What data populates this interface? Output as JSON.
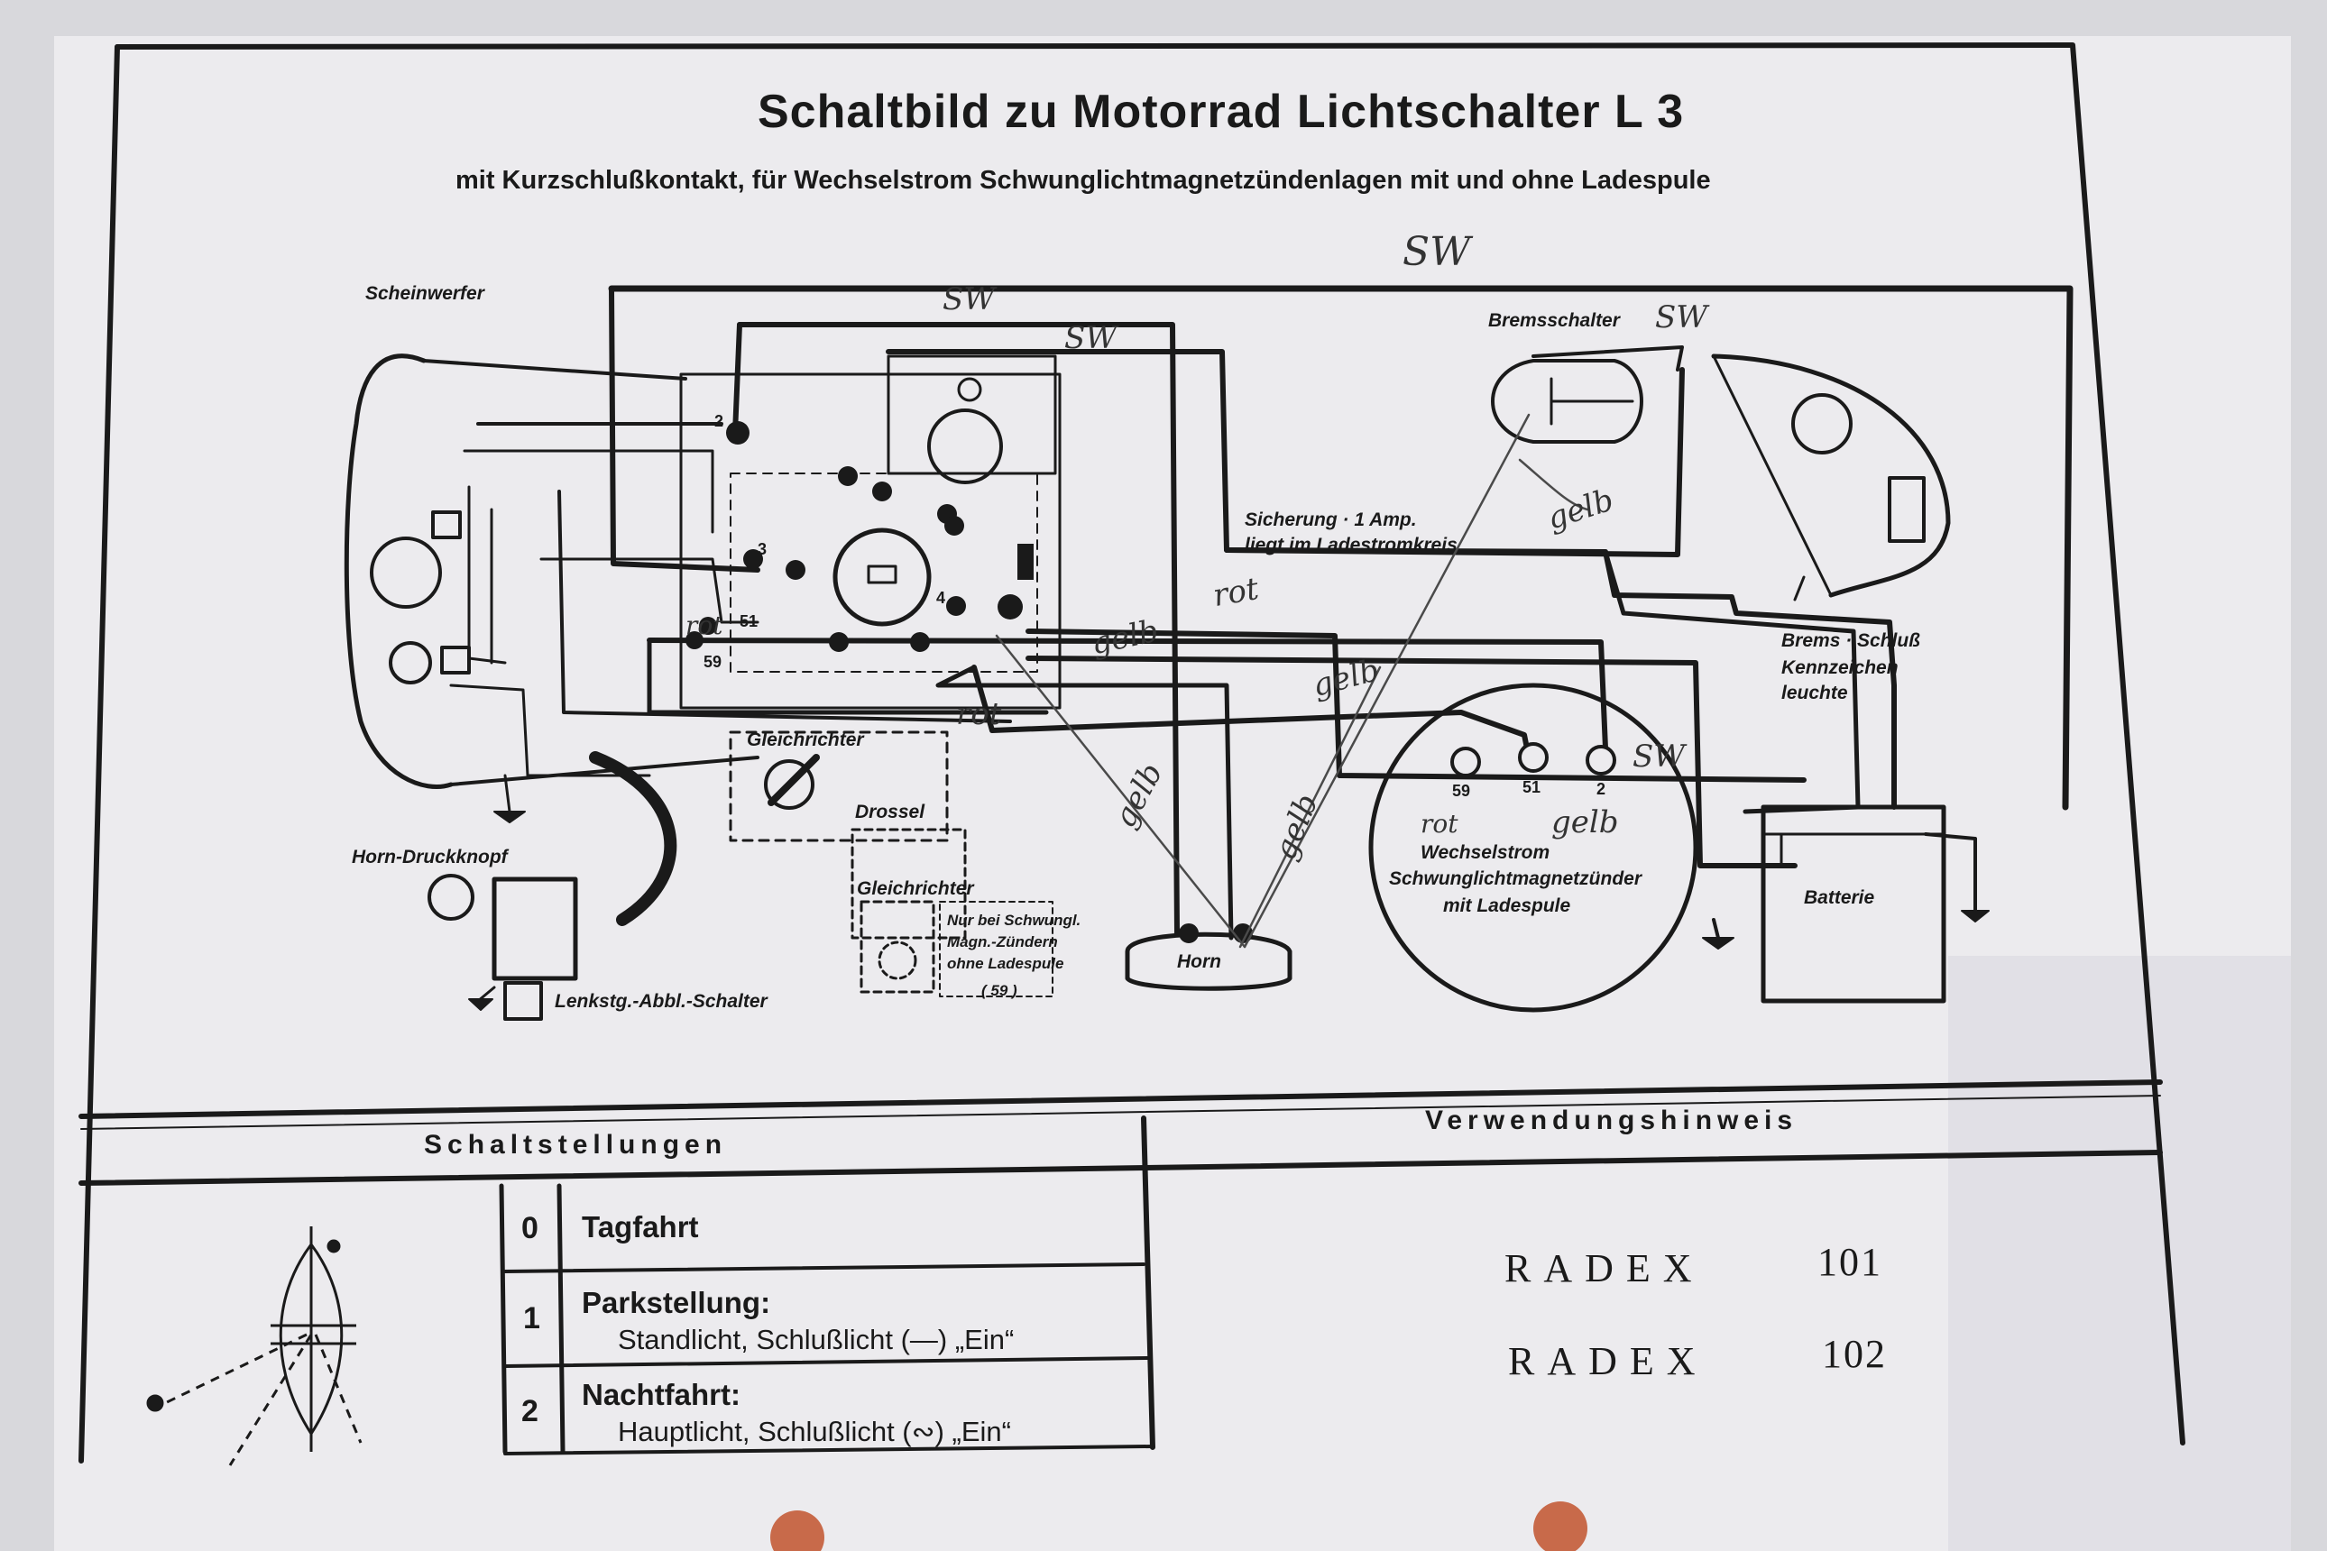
{
  "title": "Schaltbild zu Motorrad Lichtschalter L 3",
  "subtitle": "mit Kurzschlußkontakt, für Wechselstrom Schwunglichtmagnetzündenlagen mit und ohne Ladespule",
  "components": {
    "headlight": "Scheinwerfer",
    "brake_switch": "Bremsschalter",
    "fuse": "Sicherung · 1 Amp.",
    "fuse_note": "liegt im Ladestromkreis",
    "tail_lamp_1": "Brems · Schluß",
    "tail_lamp_2": "Kennzeichen",
    "tail_lamp_3": "leuchte",
    "rectifier": "Gleichrichter",
    "choke": "Drossel",
    "rectifier_2": "Gleichrichter",
    "note_1": "Nur bei Schwungl.",
    "note_2": "Magn.-Zündern",
    "note_3": "ohne Ladespule",
    "note_4": "( 59 )",
    "horn_button": "Horn-Druckknopf",
    "handlebar_switch": "Lenkstg.-Abbl.-Schalter",
    "horn": "Horn",
    "magneto_1": "Wechselstrom",
    "magneto_2": "Schwunglichtmagnetzünder",
    "magneto_3": "mit Ladespule",
    "battery": "Batterie"
  },
  "terminals": {
    "t59": "59",
    "t51": "51",
    "t2": "2",
    "sw_1": "2",
    "sw_2": "3",
    "sw_3": "51",
    "sw_4": "4",
    "sw_5": "59"
  },
  "handwritten": {
    "sw_top": "SW",
    "sw_a": "SW",
    "sw_b": "SW",
    "sw_brake": "SW",
    "gelb_1": "gelb",
    "gelb_2": "gelb",
    "gelb_3": "gelb",
    "gelb_4": "gelb",
    "gelb_5": "gelb",
    "gelb_6": "gelb",
    "rot_1": "rot",
    "rot_2": "rot",
    "rot_3": "rot",
    "rot_4": "rot",
    "sw_magneto": "SW"
  },
  "switch_positions": {
    "heading": "Schaltstellungen",
    "items": [
      {
        "num": "0",
        "title": "Tagfahrt",
        "desc": ""
      },
      {
        "num": "1",
        "title": "Parkstellung:",
        "desc": "Standlicht, Schlußlicht (—) „Ein“"
      },
      {
        "num": "2",
        "title": "Nachtfahrt:",
        "desc": "Hauptlicht, Schlußlicht (∾) „Ein“"
      }
    ]
  },
  "usage": {
    "heading": "Verwendungshinweis",
    "models": [
      {
        "name": "RADEX",
        "number": "101"
      },
      {
        "name": "RADEX",
        "number": "102"
      }
    ]
  },
  "colors": {
    "paper": "#ecebee",
    "ink": "#1a1a1a",
    "pencil": "#4a4a4a",
    "punch_hole": "#c86a4a"
  }
}
